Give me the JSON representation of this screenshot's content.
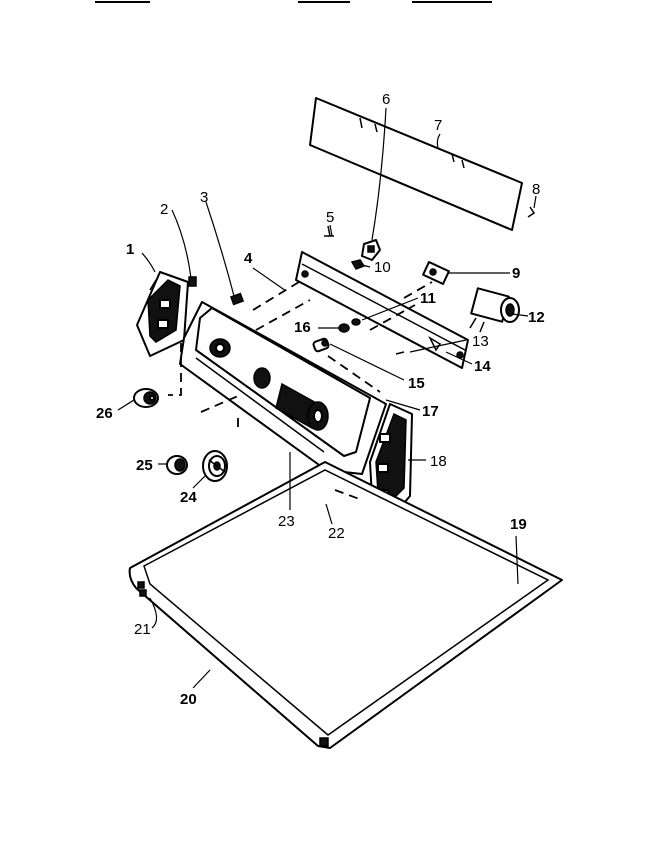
{
  "labels": {
    "p1": "1",
    "p2": "2",
    "p3": "3",
    "p4": "4",
    "p5": "5",
    "p6": "6",
    "p7": "7",
    "p8": "8",
    "p9": "9",
    "p10": "10",
    "p11": "11",
    "p12": "12",
    "p13": "13",
    "p14": "14",
    "p15": "15",
    "p16": "16",
    "p17": "17",
    "p18": "18",
    "p19": "19",
    "p20": "20",
    "p21": "21",
    "p22": "22",
    "p23": "23",
    "p24": "24",
    "p25": "25",
    "p26": "26"
  }
}
